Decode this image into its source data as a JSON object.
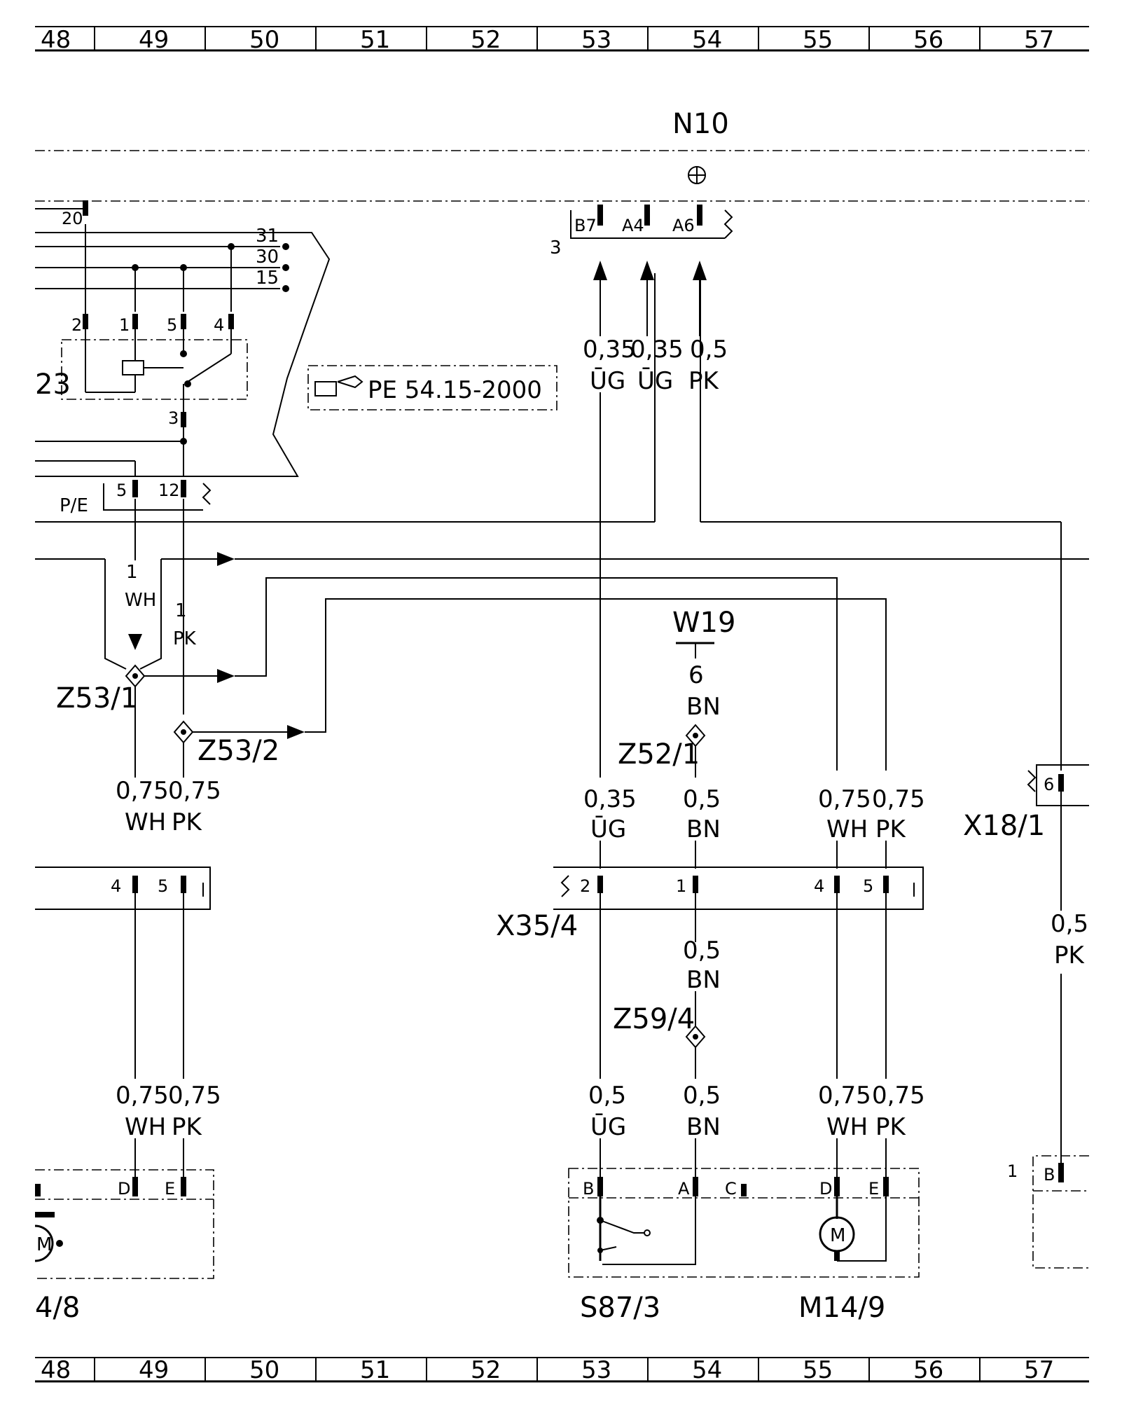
{
  "grid": {
    "columns": [
      "48",
      "49",
      "50",
      "51",
      "52",
      "53",
      "54",
      "55",
      "56",
      "57"
    ]
  },
  "components": {
    "n10": "N10",
    "w19": "W19",
    "x35": "X35/4",
    "x18": "X18/1",
    "s87": "S87/3",
    "m14_9": "M14/9",
    "m14_8": "4/8",
    "k23": "23",
    "pe": "P/E",
    "z53_1": "Z53/1",
    "z53_2": "Z53/2",
    "z52_1": "Z52/1",
    "z59_4": "Z59/4"
  },
  "reference": {
    "text": "PE 54.15-2000"
  },
  "bus_labels": [
    "31",
    "30",
    "15"
  ],
  "pins": {
    "n10": [
      "B7",
      "A4",
      "A6"
    ],
    "n10_conn": "3",
    "relay": [
      "20",
      "2",
      "1",
      "5",
      "4",
      "3"
    ],
    "pe": [
      "5",
      "12"
    ],
    "x35_left": [
      "4",
      "5"
    ],
    "x35_right": [
      "2",
      "1",
      "4",
      "5"
    ],
    "bottom_left": [
      "D",
      "E"
    ],
    "s87_block": [
      "B",
      "A",
      "C",
      "D",
      "E"
    ],
    "x18": "6",
    "right_conn": [
      "1",
      "B"
    ],
    "w19_pin": "6"
  },
  "wires": {
    "n10_b7": [
      "0,35",
      "ŪG"
    ],
    "n10_a4": [
      "0,35",
      "ŪG"
    ],
    "n10_a6": [
      "0,5",
      "PK"
    ],
    "pe5": [
      "1",
      "WH"
    ],
    "pe12": [
      "1",
      "PK"
    ],
    "w19": [
      "BN"
    ],
    "z53_wh": [
      "0,75",
      "WH"
    ],
    "z53_pk": [
      "0,75",
      "PK"
    ],
    "x35_og": [
      "0,35",
      "ŪG"
    ],
    "x35_bn": [
      "0,5",
      "BN"
    ],
    "x35_wh": [
      "0,75",
      "WH"
    ],
    "x35_pk": [
      "0,75",
      "PK"
    ],
    "mid_bn": [
      "0,5",
      "BN"
    ],
    "x18_pk": [
      "0,5",
      "PK"
    ],
    "bot_wh": [
      "0,75",
      "WH"
    ],
    "bot_pk": [
      "0,75",
      "PK"
    ],
    "bot_og": [
      "0,5",
      "ŪG"
    ],
    "bot_bn": [
      "0,5",
      "BN"
    ],
    "bot_wh2": [
      "0,75",
      "WH"
    ],
    "bot_pk2": [
      "0,75",
      "PK"
    ]
  },
  "symbols": {
    "motor": "M"
  },
  "colors": {
    "line": "#000000",
    "background": "#ffffff"
  }
}
